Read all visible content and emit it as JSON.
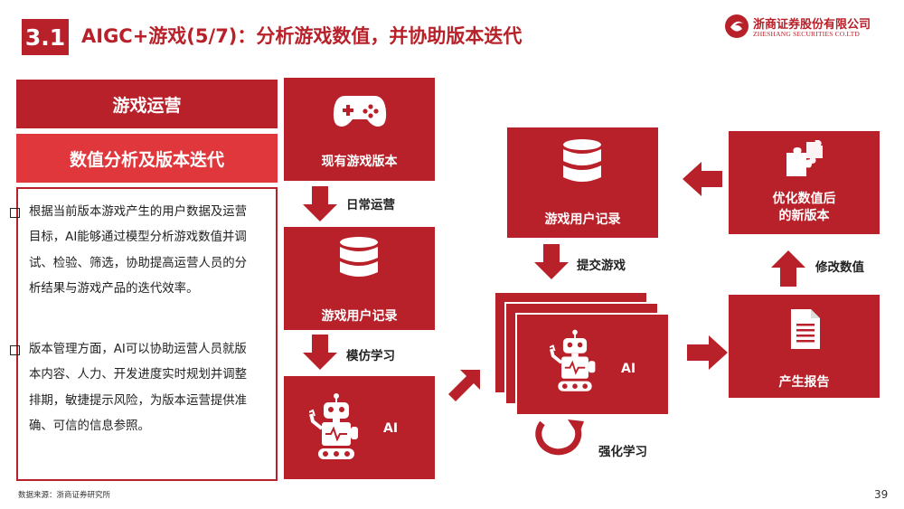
{
  "header": {
    "section_number": "3.1",
    "title": "AIGC+游戏(5/7)：分析游戏数值，并协助版本迭代",
    "logo_cn": "浙商证券股份有限公司",
    "logo_en": "ZHESHANG SECURITIES CO.LTD"
  },
  "left": {
    "tag_ops": "游戏运营",
    "tag_iter": "数值分析及版本迭代",
    "bullets": [
      "根据当前版本游戏产生的用户数据及运营目标，AI能够通过模型分析游戏数值并调试、检验、筛选，协助提高运营人员的分析结果与游戏产品的迭代效率。",
      "版本管理方面，AI可以协助运营人员就版本内容、人力、开发进度实时规划并调整排期，敏捷提示风险，为版本运营提供准确、可信的信息参照。"
    ]
  },
  "flow": {
    "current_version": "现有游戏版本",
    "daily_ops": "日常运营",
    "user_records_left": "游戏用户记录",
    "imitation_learning": "模仿学习",
    "ai_left": "AI",
    "user_records_right": "游戏用户记录",
    "submit_game": "提交游戏",
    "ai_center": "AI",
    "reinforcement_learning": "强化学习",
    "report": "产生报告",
    "modify_values": "修改数值",
    "new_version_line1": "优化数值后",
    "new_version_line2": "的新版本"
  },
  "footer": {
    "source": "数据来源：浙商证券研究所",
    "page": "39"
  },
  "colors": {
    "primary_red": "#b8212a",
    "light_red": "#e0373d"
  }
}
